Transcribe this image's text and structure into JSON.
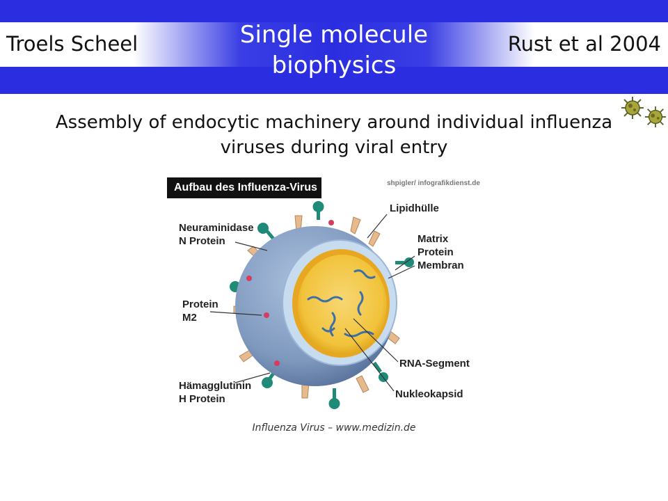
{
  "header": {
    "author": "Troels Scheel",
    "title_line1": "Single molecule",
    "title_line2": "biophysics",
    "reference": "Rust et al 2004"
  },
  "subtitle": {
    "line1": "Assembly of endocytic machinery around individual influenza",
    "line2": "viruses during viral entry"
  },
  "figure": {
    "title": "Aufbau des Influenza-Virus",
    "credit": "shpigler/ infografikdienst.de",
    "labels": {
      "neuraminidase": [
        "Neuraminidase",
        "N Protein"
      ],
      "protein_m2": [
        "Protein",
        "M2"
      ],
      "haemagglutinin": [
        "Hämagglutinin",
        "H Protein"
      ],
      "lipid": [
        "Lipidhülle"
      ],
      "matrix": [
        "Matrix",
        "Protein",
        "Membran"
      ],
      "rna": [
        "RNA-Segment"
      ],
      "nucleocapsid": [
        "Nukleokapsid"
      ]
    },
    "colors": {
      "envelope": "#7e98be",
      "inner_ring": "#c7dcef",
      "core": "#f2c33b",
      "spike_teal": "#1f8a78",
      "spike_tan": "#e6b98e",
      "m2_red": "#d63c5e"
    }
  },
  "caption": "Influenza Virus – www.medizin.de",
  "icons": {
    "decoration": "virus-icon"
  }
}
